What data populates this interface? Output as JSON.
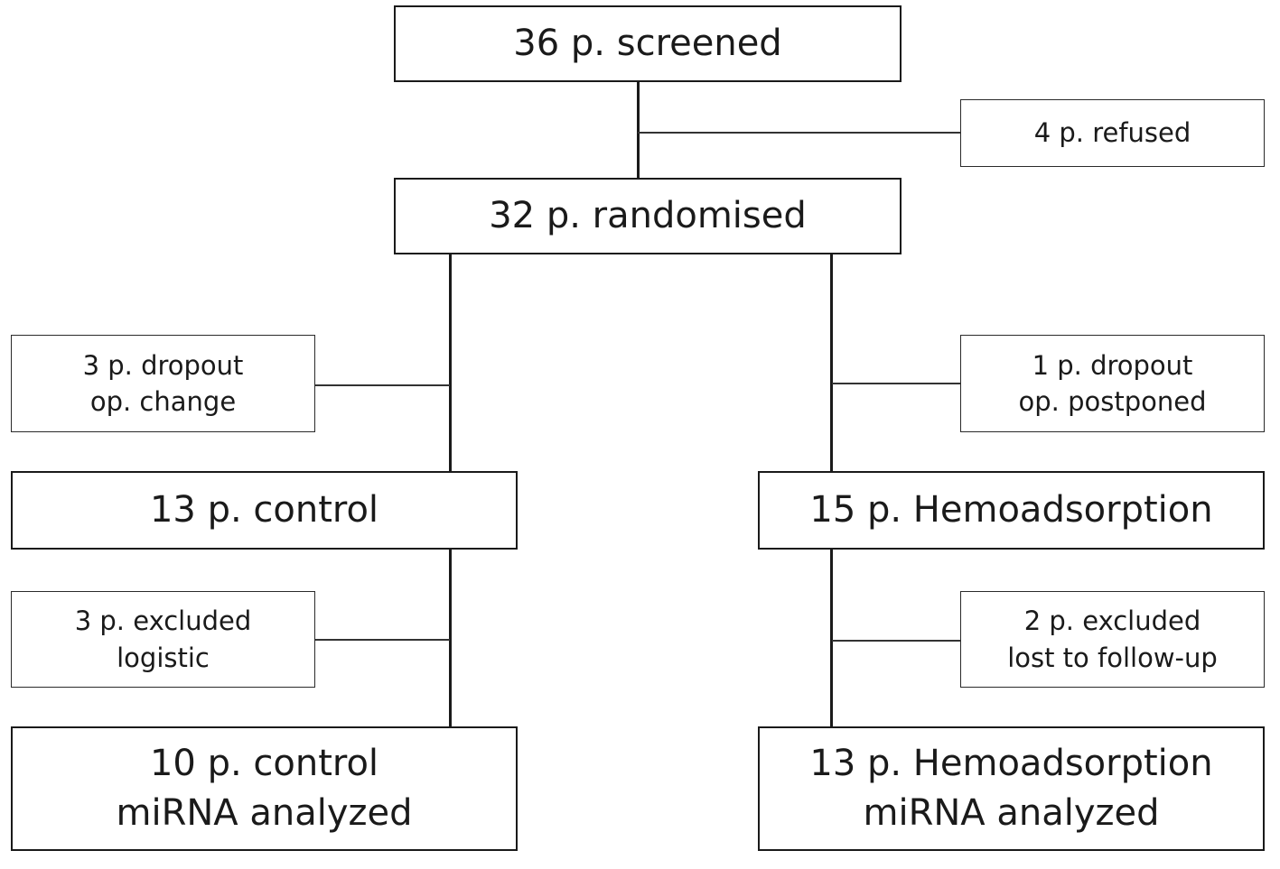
{
  "nodes": {
    "screened": "36 p. screened",
    "refused": "4 p. refused",
    "randomised": "32 p. randomised",
    "dropout_left": [
      "3 p. dropout",
      "op. change"
    ],
    "dropout_right": [
      "1 p. dropout",
      "op. postponed"
    ],
    "control": "13 p. control",
    "hemoadsorption": "15 p. Hemoadsorption",
    "excluded_left": [
      "3 p. excluded",
      "logistic"
    ],
    "excluded_right": [
      "2 p. excluded",
      "lost to follow-up"
    ],
    "control_analyzed": [
      "10 p. control",
      "miRNA analyzed"
    ],
    "hemoadsorption_analyzed": [
      "13 p. Hemoadsorption",
      "miRNA analyzed"
    ]
  }
}
